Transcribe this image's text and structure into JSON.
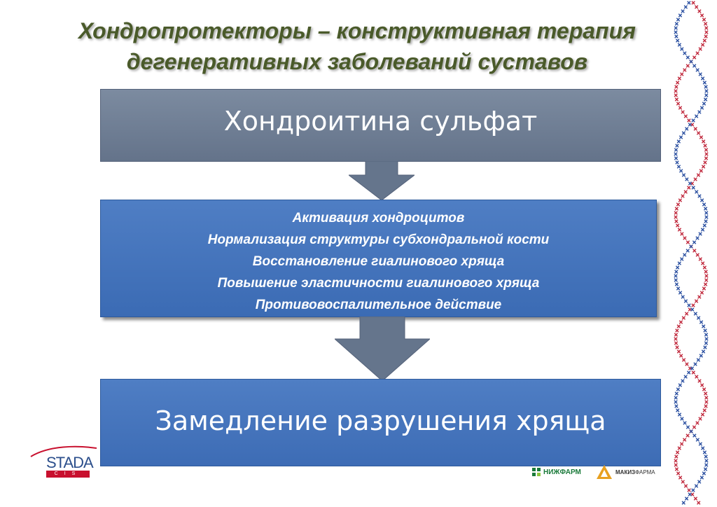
{
  "title": {
    "line1": "Хондропротекторы – конструктивная терапия",
    "line2": "дегенеративных заболеваний суставов"
  },
  "diagram": {
    "top_box": "Хондроитина сульфат",
    "effects": [
      "Активация хондроцитов",
      "Нормализация структуры субхондральной кости",
      "Восстановление гиалинового хряща",
      "Повышение эластичности гиалинового хряща",
      "Противовоспалительное действие"
    ],
    "bottom_box": "Замедление разрушения хряща"
  },
  "logos": {
    "stada": "STADA",
    "stada_sub": "CIS",
    "nizhpharm": "НИЖФАРМ",
    "makiz_bold": "МАКИЗ",
    "makiz_rest": "ФАРМА"
  },
  "colors": {
    "title": "#4a5a2a",
    "top_box": "#6f7e94",
    "blue_box": "#4574bc",
    "arrow": "#65758c",
    "stada_blue": "#2c4f8c",
    "stada_red": "#c8102e"
  }
}
